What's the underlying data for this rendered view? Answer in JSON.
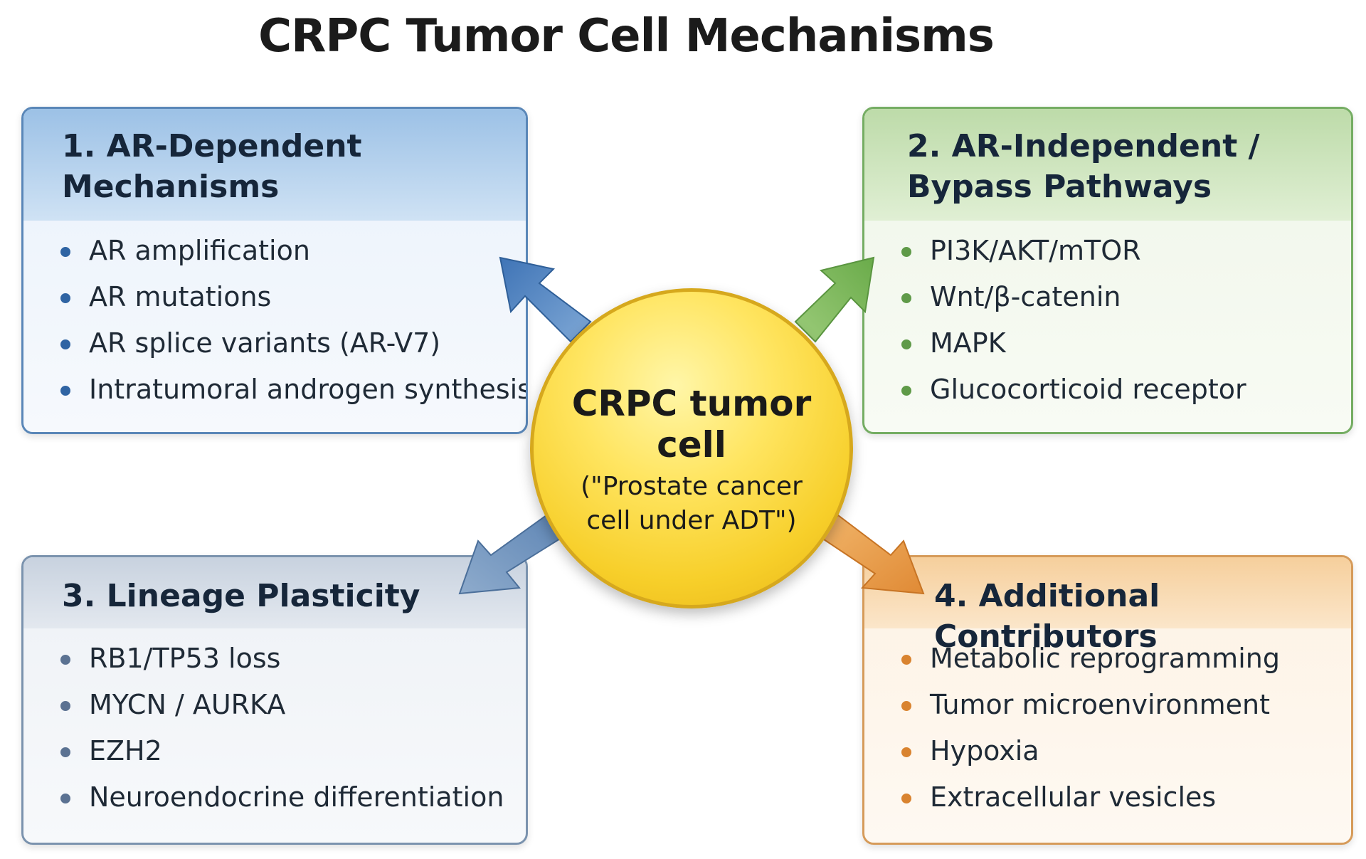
{
  "title": "CRPC Tumor Cell Mechanisms",
  "center": {
    "title": "CRPC tumor cell",
    "subtitle": "(\"Prostate cancer cell under ADT\")",
    "fill_color": "#f7cf2a"
  },
  "panels": [
    {
      "heading": "1. AR-Dependent Mechanisms",
      "color": "#5a87b8",
      "items": [
        "AR amplification",
        "AR mutations",
        "AR splice variants (AR-V7)",
        "Intratumoral androgen synthesis"
      ]
    },
    {
      "heading": "2. AR-Independent / Bypass Pathways",
      "color": "#75ad63",
      "items": [
        "PI3K/AKT/mTOR",
        "Wnt/β-catenin",
        "MAPK",
        "Glucocorticoid receptor"
      ]
    },
    {
      "heading": "3. Lineage Plasticity",
      "color": "#7b93ae",
      "items": [
        "RB1/TP53 loss",
        "MYCN / AURKA",
        "EZH2",
        "Neuroendocrine differentiation"
      ]
    },
    {
      "heading": "4. Additional Contributors",
      "color": "#d69b5a",
      "items": [
        "Metabolic reprogramming",
        "Tumor microenvironment",
        "Hypoxia",
        "Extracellular vesicles"
      ]
    }
  ]
}
